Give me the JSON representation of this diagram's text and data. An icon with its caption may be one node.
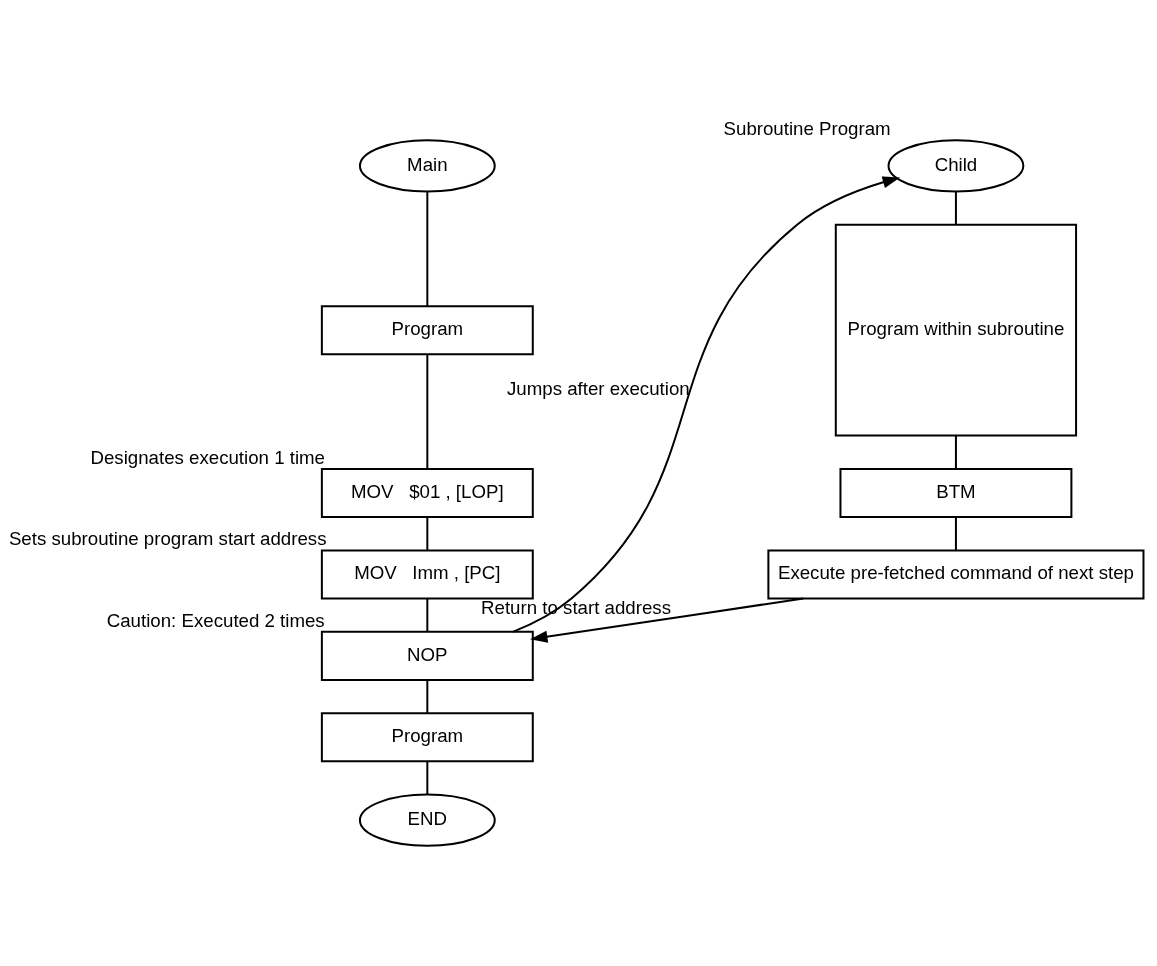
{
  "diagram": {
    "nodes": [
      {
        "text": [
          "Main"
        ]
      },
      {
        "text": [
          "Program"
        ]
      },
      {
        "text": [
          "MOV   $01 , [LOP]"
        ],
        "beside": [
          "Designates execution 1 time"
        ]
      },
      {
        "text": [
          "MOV   Imm , [PC]"
        ],
        "beside": [
          "Sets subroutine program start address"
        ]
      },
      {
        "text": [
          "NOP"
        ],
        "beside": [
          "Caution: Executed 2 times"
        ]
      },
      {
        "text": [
          "Program"
        ]
      },
      {
        "text": [
          "END"
        ]
      },
      {
        "text": [
          "Child"
        ],
        "beside": [
          "Subroutine Program"
        ]
      },
      {
        "text": [
          "Program within subroutine"
        ]
      },
      {
        "text": [
          "BTM"
        ]
      },
      {
        "text": [
          "Execute pre-fetched command of next step"
        ]
      }
    ],
    "edges": [
      {
        "from": 0,
        "to": 1,
        "arrow": "none"
      },
      {
        "from": 1,
        "to": 2,
        "arrow": "none"
      },
      {
        "from": 2,
        "to": 3,
        "arrow": "none"
      },
      {
        "from": 3,
        "to": 4,
        "arrow": "none"
      },
      {
        "from": 4,
        "to": 5,
        "arrow": "none"
      },
      {
        "from": 5,
        "to": 6,
        "arrow": "none"
      },
      {
        "from": 4,
        "to": 7,
        "arrow": "to",
        "label": "Jumps after execution"
      },
      {
        "from": 7,
        "to": 8,
        "arrow": "none"
      },
      {
        "from": 8,
        "to": 9,
        "arrow": "none"
      },
      {
        "from": 9,
        "to": 10,
        "arrow": "none"
      },
      {
        "from": 10,
        "to": 4,
        "arrow": "to",
        "label": "Return to start address"
      }
    ]
  }
}
